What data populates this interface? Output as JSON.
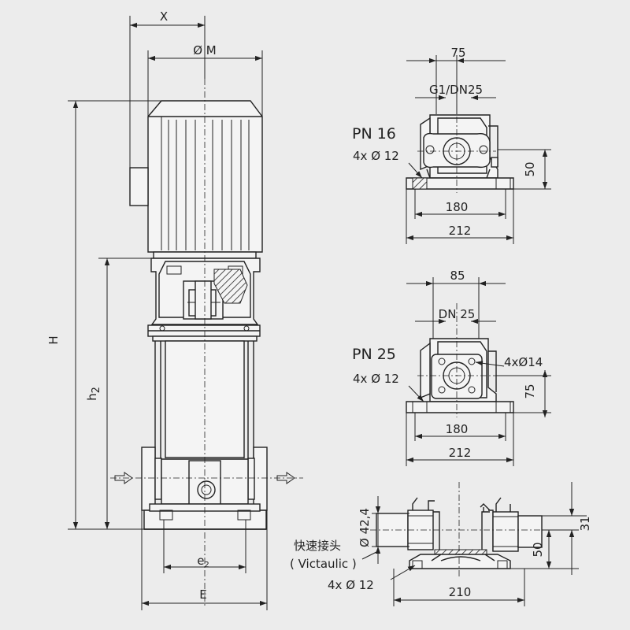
{
  "main_view": {
    "label_x": "X",
    "label_m": "Ø M",
    "label_h": "H",
    "label_h2_main": "h",
    "label_h2_sub": "2",
    "label_e2_main": "e",
    "label_e2_sub": "2",
    "label_e": "E"
  },
  "pn16_view": {
    "title": "PN  16",
    "dim_top": "75",
    "port": "G1/DN25",
    "holes": "4x Ø 12",
    "dim_height": "50",
    "dim_inner": "180",
    "dim_outer": "212"
  },
  "pn25_view": {
    "title": "PN  25",
    "dim_top": "85",
    "port": "DN 25",
    "flange_holes": "4xØ14",
    "holes": "4x Ø 12",
    "dim_height": "75",
    "dim_inner": "180",
    "dim_outer": "212"
  },
  "victaulic_view": {
    "dim_diameter": "Ø 42,4",
    "connector_cn": "快速接头",
    "connector_en": "( Victaulic )",
    "holes": "4x Ø 12",
    "dim_width": "210",
    "dim_height": "50",
    "dim_31": "31"
  }
}
